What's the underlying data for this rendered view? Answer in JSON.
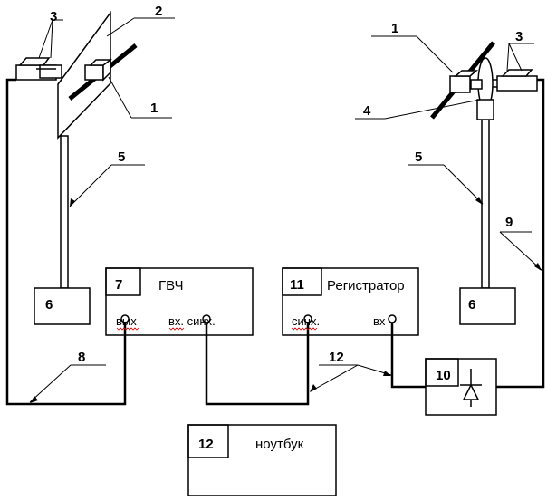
{
  "blocks": {
    "gvch": {
      "number": "7",
      "title": "ГВЧ",
      "port_out": "вых",
      "port_sync": "вх. синх."
    },
    "registrar": {
      "number": "11",
      "title": "Регистратор",
      "port_sync": "синх.",
      "port_in": "вх"
    },
    "notebook": {
      "number": "12",
      "title": "ноутбук"
    },
    "detector": {
      "number": "10"
    },
    "base_left": {
      "number": "6"
    },
    "base_right": {
      "number": "6"
    }
  },
  "callouts": {
    "left_1": "1",
    "left_2": "2",
    "left_3": "3",
    "left_5": "5",
    "left_8": "8",
    "right_1": "1",
    "right_3": "3",
    "right_4": "4",
    "right_5": "5",
    "right_9": "9",
    "bottom_12": "12"
  }
}
